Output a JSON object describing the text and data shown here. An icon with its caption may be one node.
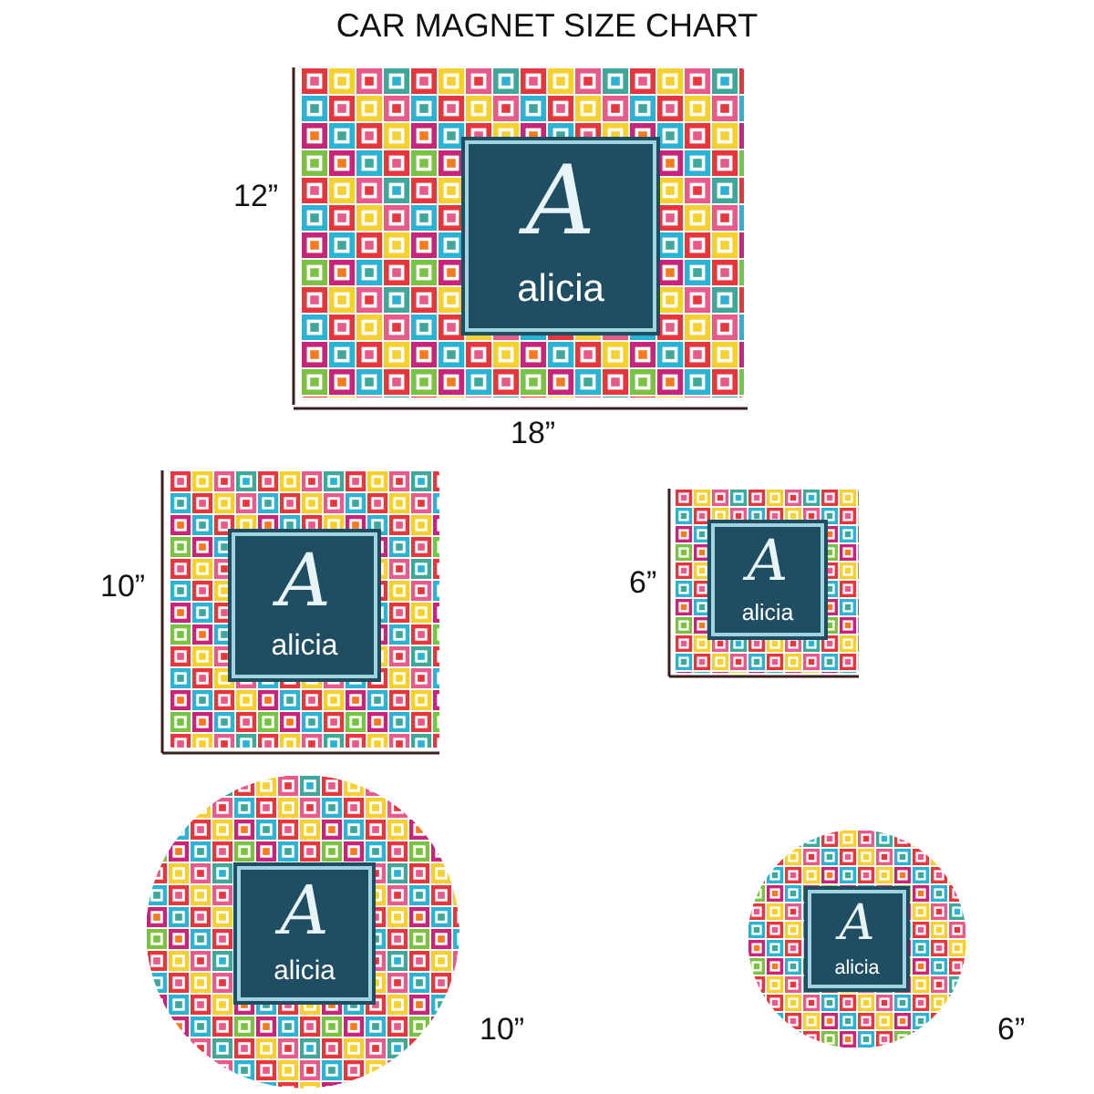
{
  "diagram": {
    "title": "CAR MAGNET SIZE CHART",
    "nodes": [
      {
        "text": [],
        "shape": "box"
      },
      {
        "text": [
          "A",
          "alicia"
        ],
        "in": 0
      },
      {
        "text": [],
        "shape": "box"
      },
      {
        "text": [
          "A",
          "alicia"
        ],
        "in": 2
      },
      {
        "text": [],
        "shape": "box"
      },
      {
        "text": [
          "A",
          "alicia"
        ],
        "in": 4
      },
      {
        "text": [],
        "shape": "circle"
      },
      {
        "text": [
          "A",
          "alicia"
        ],
        "in": 6
      },
      {
        "text": [],
        "shape": "circle"
      },
      {
        "text": [
          "A",
          "alicia"
        ],
        "in": 8
      }
    ],
    "labels": [
      "12”",
      "18”",
      "10”",
      "6”",
      "10”",
      "6”"
    ]
  }
}
